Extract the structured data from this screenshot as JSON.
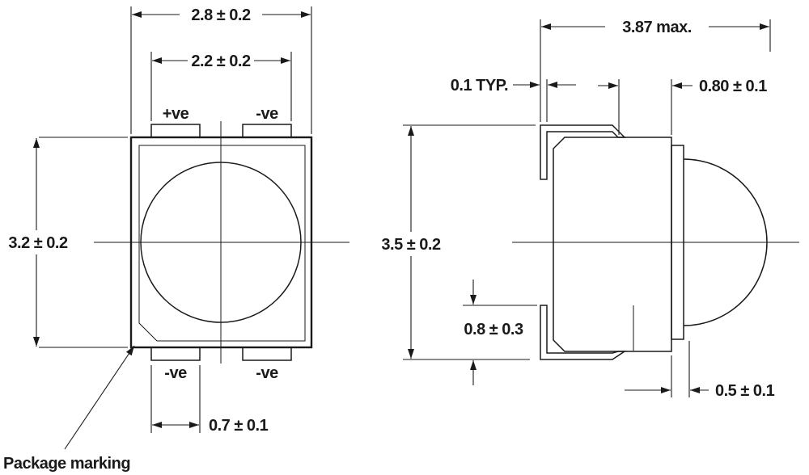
{
  "page": {
    "background": "#ffffff",
    "ink": "#1a1a1a"
  },
  "top_view": {
    "dim_outer_width": "2.8 ± 0.2",
    "dim_pad_span": "2.2 ± 0.2",
    "dim_height": "3.2 ± 0.2",
    "dim_pad_width": "0.7 ± 0.1",
    "pin_top_left": "+ve",
    "pin_top_right": "-ve",
    "pin_bottom_left": "-ve",
    "pin_bottom_right": "-ve",
    "package_marking": "Package marking"
  },
  "side_view": {
    "dim_overall_width": "3.87 max.",
    "dim_lead_thickness": "0.1 TYP.",
    "dim_lens_offset": "0.80 ± 0.1",
    "dim_height": "3.5 ± 0.2",
    "dim_standoff": "0.8 ± 0.3",
    "dim_flange": "0.5 ± 0.1"
  }
}
